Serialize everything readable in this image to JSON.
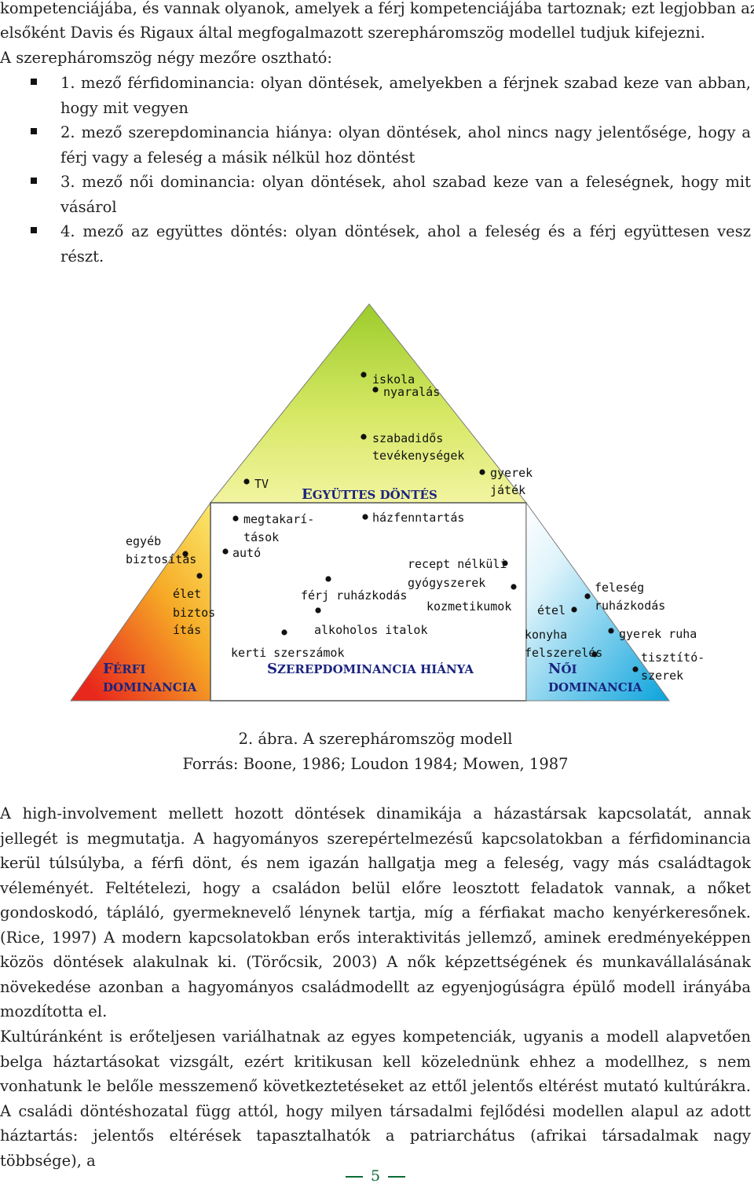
{
  "intro": {
    "line1": "kompetenciájába, és vannak olyanok, amelyek a férj kompetenciájába tartoznak; ezt legjobban az",
    "line2": "elsőként Davis és Rigaux által megfogalmazott szerepháromszög modellel tudjuk kifejezni.",
    "line3": "A szerepháromszög négy mezőre osztható:"
  },
  "bullets": [
    "1. mező férfidominancia: olyan döntések, amelyekben a férjnek szabad keze van abban, hogy mit vegyen",
    "2. mező szerepdominancia hiánya: olyan döntések, ahol nincs nagy jelentősége, hogy a férj vagy a feleség a másik nélkül hoz döntést",
    "3. mező női dominancia: olyan döntések, ahol szabad keze van a feleségnek, hogy mit vásárol",
    "4. mező az együttes döntés: olyan döntések, ahol a feleség és a férj együttesen vesz részt."
  ],
  "diagram": {
    "labels": {
      "iskola": "iskola",
      "nyaralas": "nyaralás",
      "szabadido1": "szabadidős",
      "szabadido2": "tevékenységek",
      "tv": "TV",
      "gyerekjatek1": "gyerek",
      "gyerekjatek2": "játék",
      "egyutt_big": "E",
      "egyutt_rest": "GYÜTTES DÖNTÉS",
      "megtakar1": "megtakarí-",
      "megtakar2": "tások",
      "auto": "autó",
      "hazfenntartas": "házfenntartás",
      "egyeb1": "egyéb",
      "egyeb2": "biztosítás",
      "elet1": "élet",
      "elet2": "biztos",
      "elet3": "ítás",
      "recept1": "recept nélküli",
      "recept2": "gyógyszerek",
      "ferjruha": "férj ruházkodás",
      "kozmetikum": "kozmetikumok",
      "alkohol": "alkoholos italok",
      "kerti": "kerti szerszámok",
      "szerep_big": "S",
      "szerep_rest": "ZEREPDOMINANCIA HIÁNYA",
      "ferfi_big": "F",
      "ferfi_rest": "ÉRFI",
      "ferfi_dom": "DOMINANCIA",
      "etel": "étel",
      "feleseg1": "feleség",
      "feleseg2": "ruházkodás",
      "konyha1": "konyha",
      "konyha2": "felszerelés",
      "gyerekruha": "gyerek ruha",
      "tisztito1": "tisztító-",
      "tisztito2": "szerek",
      "noi_big": "N",
      "noi_rest": "ŐI",
      "noi_dom": "DOMINANCIA"
    },
    "colors": {
      "top_light": "#f2f4a0",
      "top_mid": "#d6e864",
      "top_green": "#9ccc2c",
      "left_red": "#e8281c",
      "left_orange": "#f6aa26",
      "left_yellow": "#fbe86a",
      "right_blue": "#0aa3dc",
      "right_light": "#e0f4fb",
      "heading": "#1a237e"
    }
  },
  "caption": {
    "line1": "2. ábra. A szerepháromszög modell",
    "line2": "Forrás: Boone, 1986; Loudon 1984; Mowen, 1987"
  },
  "para1": "A high-involvement mellett hozott döntések dinamikája a házastársak kapcsolatát, annak jellegét is megmutatja. A hagyományos szerepértelmezésű kapcsolatokban a férfidominancia kerül túlsúlyba, a férfi dönt, és nem igazán hallgatja meg a feleség, vagy más családtagok véleményét. Feltételezi, hogy a családon belül előre leosztott feladatok vannak, a nőket gondoskodó, tápláló, gyermeknevelő lénynek tartja, míg a férfiakat macho kenyérkeresőnek. (Rice, 1997) A modern kapcsolatokban erős interaktivitás jellemző, aminek eredményeképpen közös döntések alakulnak ki. (Törőcsik, 2003) A nők képzettségének és munkavállalásának növekedése azonban a hagyományos családmodellt az egyenjogúságra épülő modell irányába mozdította el.",
  "para2": "Kultúránként is erőteljesen variálhatnak az egyes kompetenciák, ugyanis a modell alapvetően belga háztartásokat vizsgált, ezért kritikusan kell közelednünk ehhez a modellhez, s nem vonhatunk le belőle messzemenő következtetéseket az ettől jelentős eltérést mutató kultúrákra. A családi döntéshozatal függ attól, hogy milyen társadalmi fejlődési modellen alapul az adott háztartás: jelentős eltérések tapasztalhatók a patriarchátus (afrikai társadalmak nagy többsége), a",
  "footer": {
    "page_number": "5"
  }
}
